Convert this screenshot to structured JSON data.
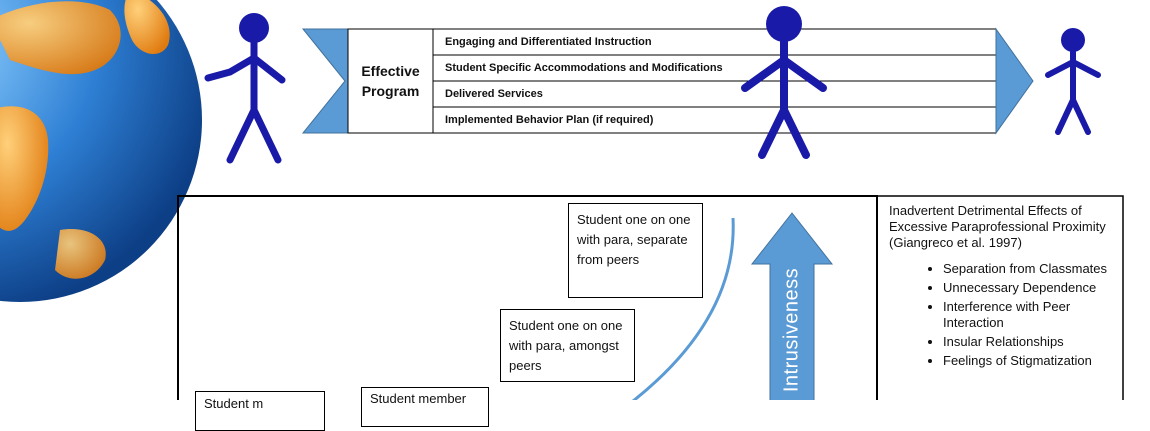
{
  "program": {
    "label": "Effective Program",
    "rows": [
      "Engaging and Differentiated Instruction",
      "Student Specific Accommodations and Modifications",
      "Delivered Services",
      "Implemented Behavior Plan (if required)"
    ]
  },
  "levels": [
    "Student one on one with para, separate from peers",
    "Student one on one with para, amongst peers",
    "Student member",
    "Student m"
  ],
  "arrow_label": "Intrusiveness",
  "effects": {
    "title": "Inadvertent Detrimental Effects of Excessive Paraprofessional Proximity (Giangreco et al. 1997)",
    "items": [
      "Separation from Classmates",
      "Unnecessary Dependence",
      "Interference with Peer Interaction",
      "Insular Relationships",
      "Feelings of Stigmatization"
    ]
  },
  "colors": {
    "figure": "#1a1aa8",
    "arrow_fill": "#5b9bd5",
    "arrow_stroke": "#41719c",
    "curve": "#5b9bd5",
    "globe_ocean": "#2e7fd4",
    "globe_land": "#f59a2a"
  }
}
